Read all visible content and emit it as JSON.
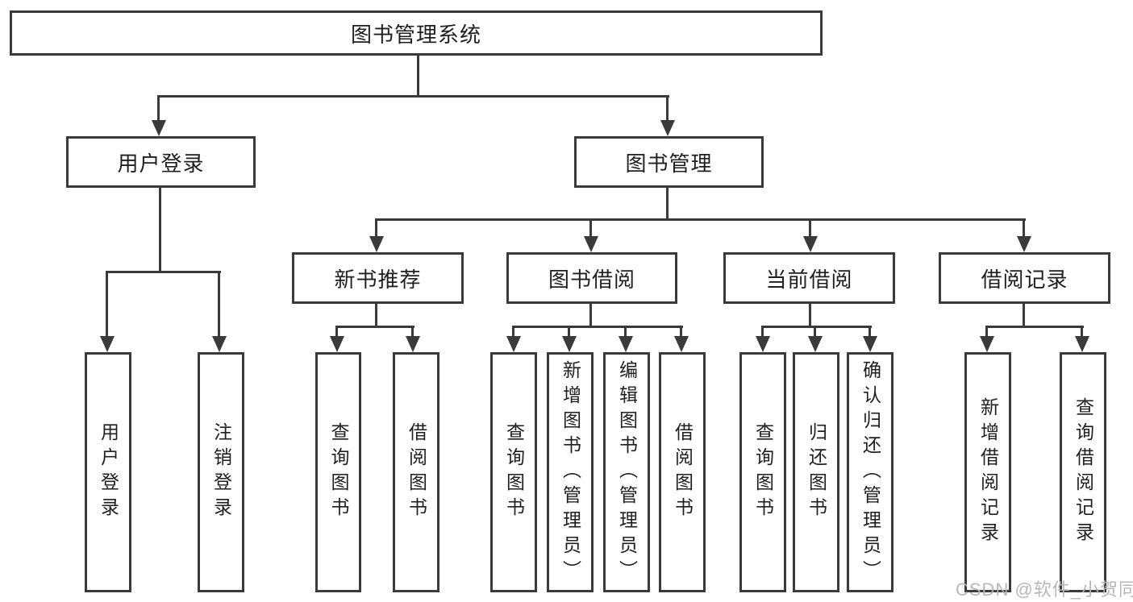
{
  "diagram": {
    "root": "图书管理系统",
    "branches": [
      {
        "label": "用户登录",
        "children": [
          "用户登录",
          "注销登录"
        ]
      },
      {
        "label": "图书管理",
        "children": [
          {
            "label": "新书推荐",
            "children": [
              "查询图书",
              "借阅图书"
            ]
          },
          {
            "label": "图书借阅",
            "children": [
              "查询图书",
              "新增图书（管理员）",
              "编辑图书（管理员）",
              "借阅图书"
            ]
          },
          {
            "label": "当前借阅",
            "children": [
              "查询图书",
              "归还图书",
              "确认归还（管理员）"
            ]
          },
          {
            "label": "借阅记录",
            "children": [
              "新增借阅记录",
              "查询借阅记录"
            ]
          }
        ]
      }
    ]
  },
  "watermark": {
    "text": "CSDN @软件_小贺同学",
    "color": "#b4b4b4"
  },
  "colors": {
    "line": "#3a3a3a",
    "text": "#1f1f1f",
    "background": "#ffffff"
  }
}
